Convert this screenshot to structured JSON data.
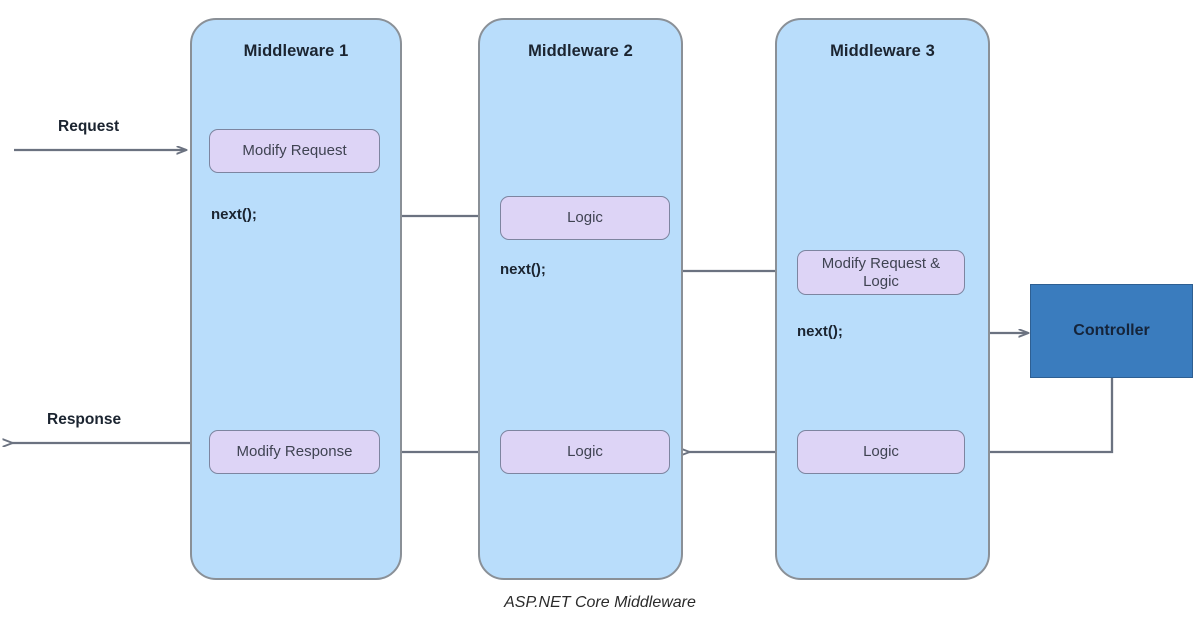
{
  "diagram": {
    "caption": "ASP.NET Core Middleware",
    "colors": {
      "panel_fill": "#b9ddfb",
      "panel_stroke": "#8a9097",
      "step_fill": "#ddd4f6",
      "step_stroke": "#7d85a0",
      "controller_fill": "#3a7cbe",
      "controller_stroke": "#2e5f92",
      "arrow": "#6b7280",
      "text": "#1b2430",
      "background": "#ffffff"
    },
    "flow_labels": {
      "request": "Request",
      "response": "Response"
    },
    "middleware": [
      {
        "title": "Middleware 1",
        "request_step": "Modify Request",
        "next_label": "next();",
        "response_step": "Modify Response"
      },
      {
        "title": "Middleware 2",
        "request_step": "Logic",
        "next_label": "next();",
        "response_step": "Logic"
      },
      {
        "title": "Middleware 3",
        "request_step": "Modify Request &\nLogic",
        "request_step_line1": "Modify Request &",
        "request_step_line2": "Logic",
        "next_label": "next();",
        "response_step": "Logic"
      }
    ],
    "controller": {
      "label": "Controller"
    }
  }
}
